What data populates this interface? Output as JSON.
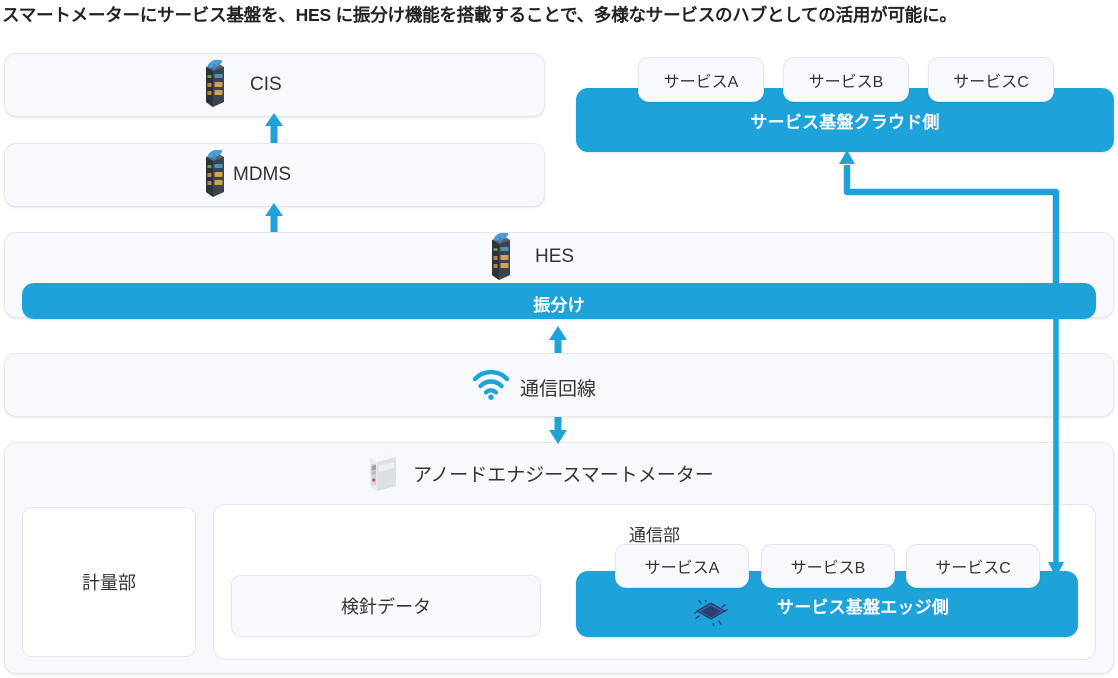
{
  "title": "スマートメーターにサービス基盤を、HES に振分け機能を搭載することで、多様なサービスのハブとしての活用が可能に。",
  "colors": {
    "accent_blue": "#1ea2da",
    "panel_bg": "#f7f9fc",
    "panel_border": "#e4e7ec",
    "text": "#333333",
    "chip_navy": "#2a3a66"
  },
  "layers": {
    "cis": {
      "label": "CIS",
      "icon": "server-rack-icon"
    },
    "mdms": {
      "label": "MDMS",
      "icon": "server-rack-icon"
    },
    "hes": {
      "label": "HES",
      "icon": "server-rack-icon"
    },
    "hes_bar": {
      "label": "振分け"
    },
    "network": {
      "label": "通信回線",
      "icon": "wifi-icon"
    },
    "meter": {
      "label": "アノードエナジースマートメーター",
      "icon": "smart-meter-icon"
    }
  },
  "cloud": {
    "bar_label": "サービス基盤クラウド側",
    "tabs": [
      {
        "label": "サービスA"
      },
      {
        "label": "サービスB"
      },
      {
        "label": "サービスC"
      }
    ]
  },
  "meter_detail": {
    "metering_unit": "計量部",
    "comm_unit_title": "通信部",
    "reading_data": "検針データ",
    "edge": {
      "bar_label": "サービス基盤エッジ側",
      "icon": "chip-icon",
      "tabs": [
        {
          "label": "サービスA"
        },
        {
          "label": "サービスB"
        },
        {
          "label": "サービスC"
        }
      ]
    }
  },
  "connectors": {
    "mdms_to_cis": "arrow-up",
    "hes_to_mdms": "arrow-up",
    "network_to_hes": "arrow-up",
    "network_to_meter": "arrow-down",
    "hes_bar_to_cloud": "arrow-up-left-elbow",
    "hes_bar_to_edge": "arrow-down"
  }
}
